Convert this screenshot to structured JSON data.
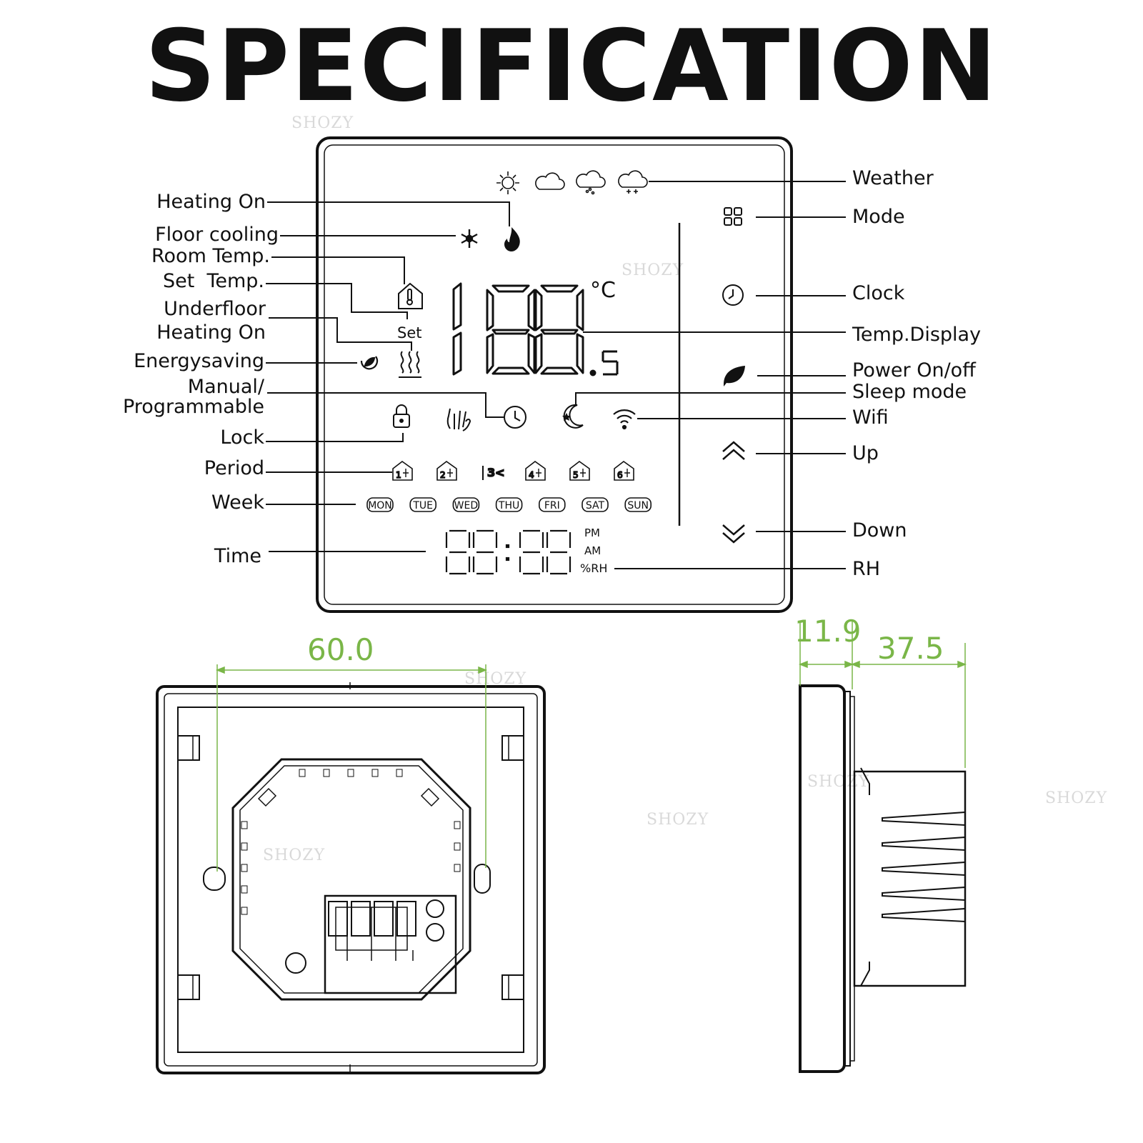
{
  "title": "SPECIFICATION",
  "watermark": "SHOZY",
  "display": {
    "temp_digits": "188",
    "temp_decimal": ".5",
    "temp_unit": "°C",
    "set_text": "Set",
    "time_digits": "88:88",
    "pm": "PM",
    "am": "AM",
    "rh": "%RH",
    "week_days": [
      "MON",
      "TUE",
      "WED",
      "THU",
      "FRI",
      "SAT",
      "SUN"
    ],
    "periods": [
      "1",
      "2",
      "3",
      "4",
      "5",
      "6"
    ]
  },
  "labels_left": {
    "heating_on": "Heating On",
    "floor_cooling": "Floor cooling",
    "room_temp": "Room Temp.",
    "set_temp": "Set  Temp.",
    "underfloor_line1": "Underfloor",
    "underfloor_line2": "Heating On",
    "energysaving": "Energysaving",
    "manual_line1": "Manual/",
    "manual_line2": "Programmable",
    "lock": "Lock",
    "period": "Period",
    "week": "Week",
    "time": "Time"
  },
  "labels_right": {
    "weather": "Weather",
    "mode": "Mode",
    "clock": "Clock",
    "temp_display": "Temp.Display",
    "power": "Power On/off",
    "sleep": "Sleep mode",
    "wifi": "Wifi",
    "up": "Up",
    "down": "Down",
    "rh": "RH"
  },
  "dimensions": {
    "width": "60.0",
    "depth_front": "11.9",
    "depth_back": "37.5",
    "color": "#7ab648"
  }
}
